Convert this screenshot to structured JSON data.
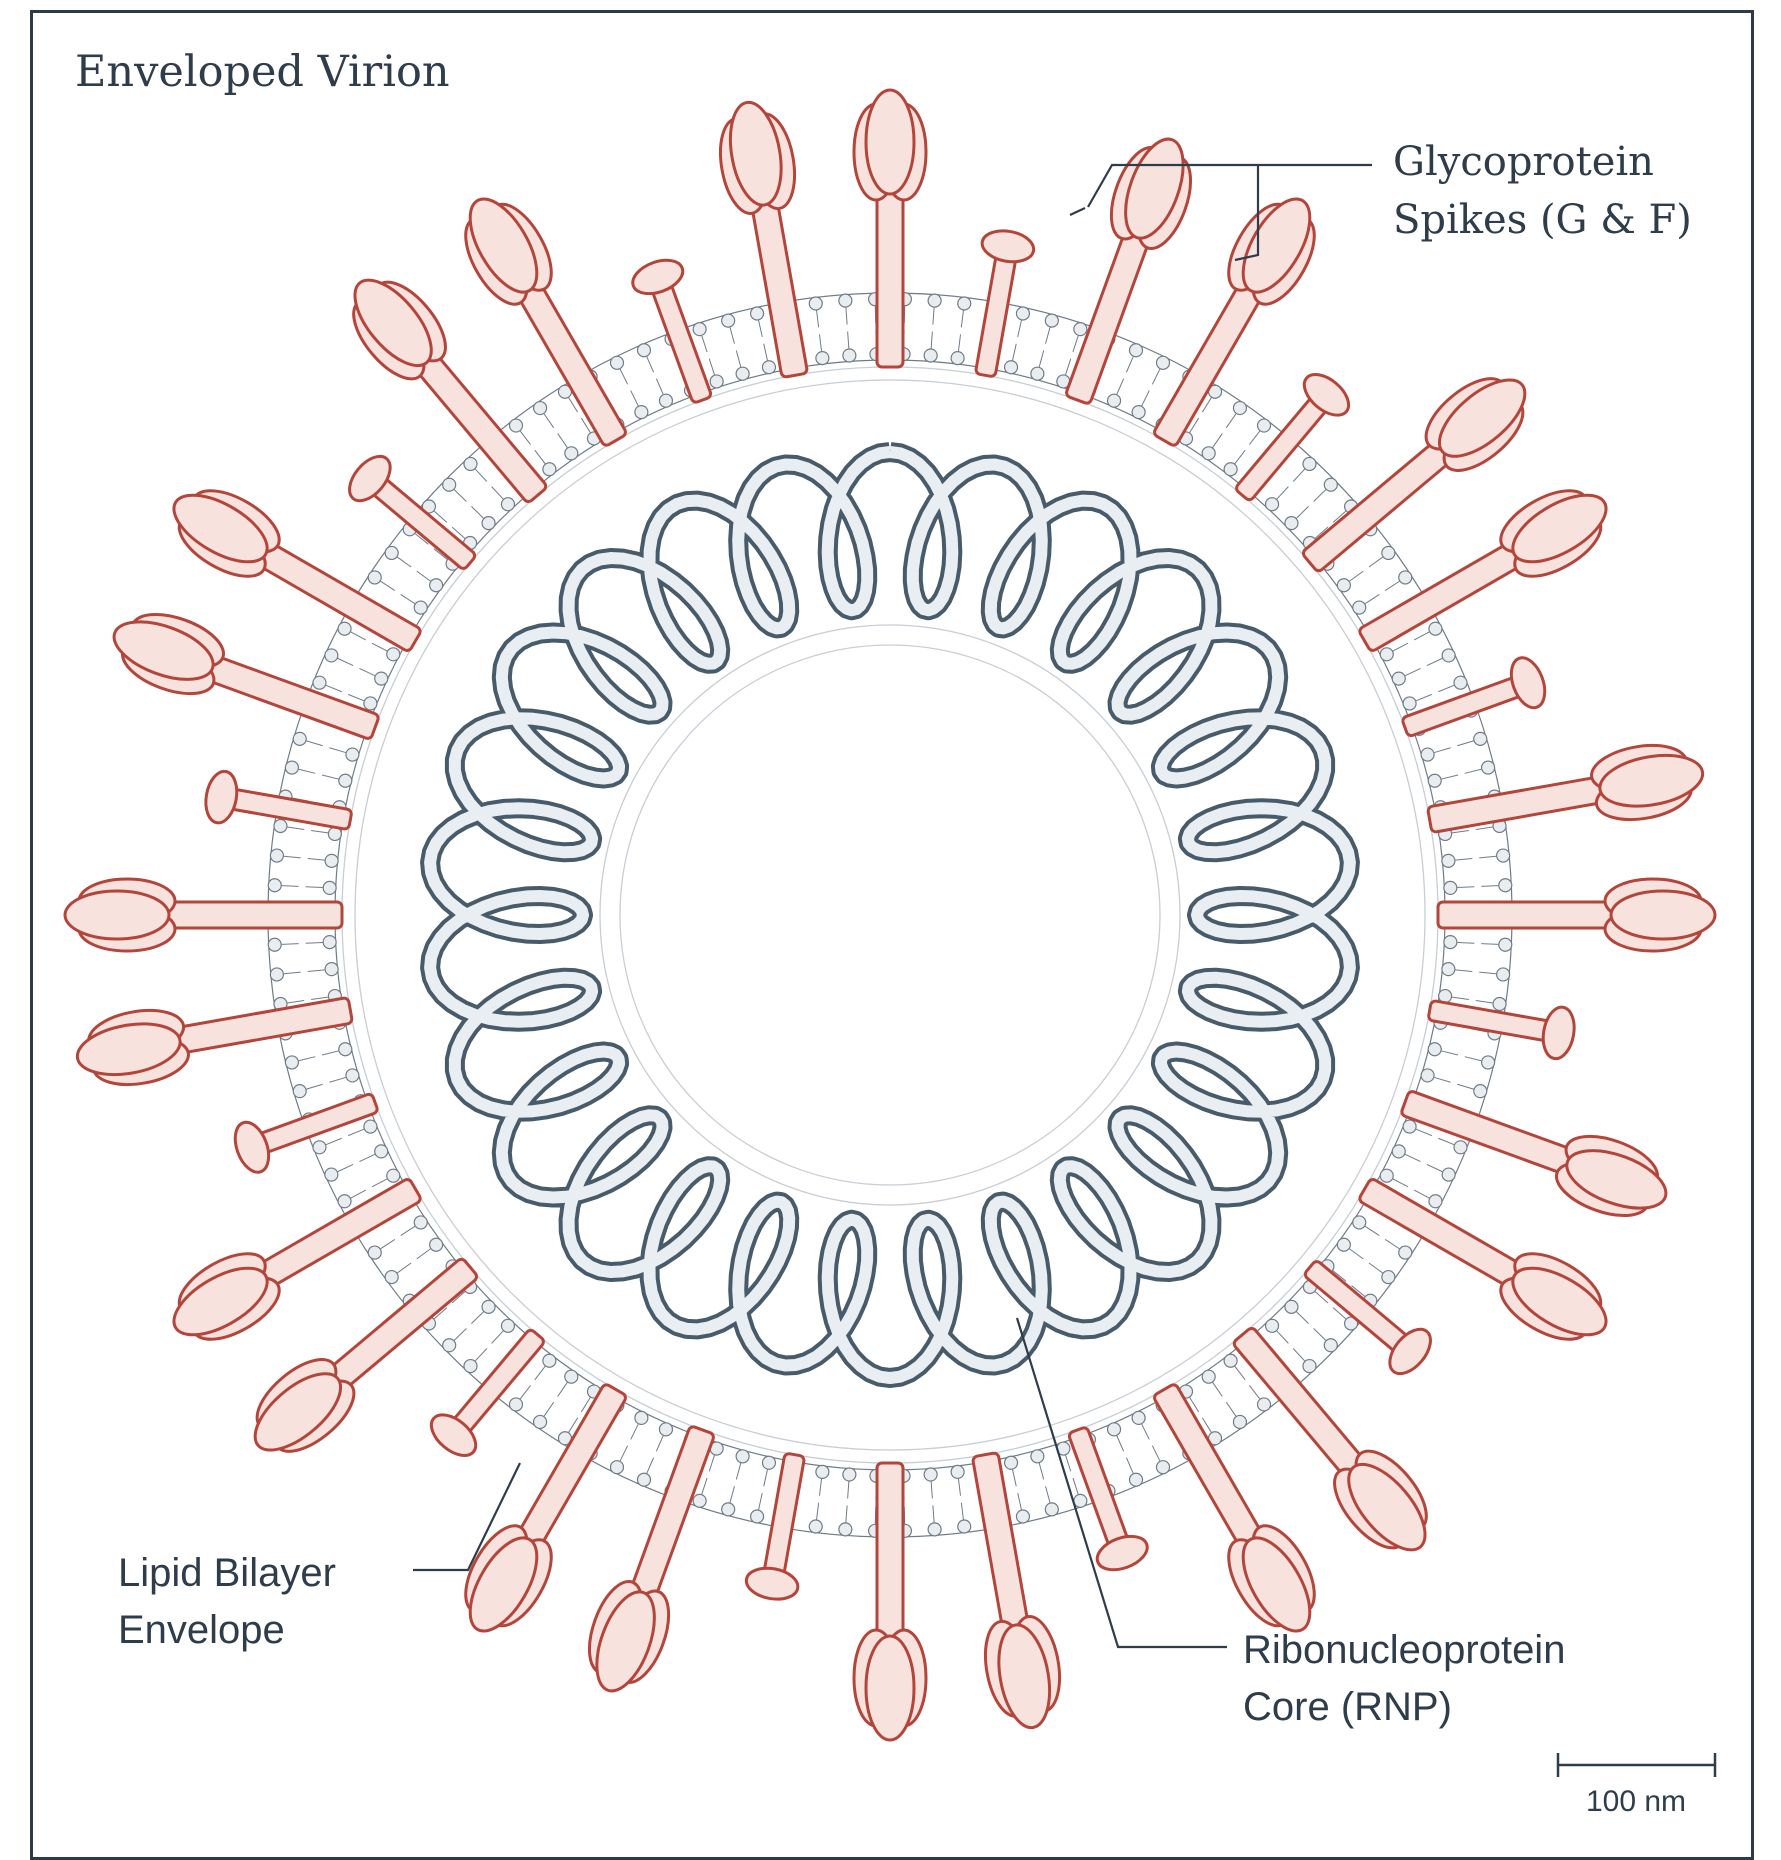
{
  "title": "Enveloped Virion",
  "labels": {
    "spikes_line1": "Glycoprotein",
    "spikes_line2": "Spikes (G & F)",
    "lipid_line1": "Lipid Bilayer",
    "lipid_line2": "Envelope",
    "rnp_line1": "Ribonucleoprotein",
    "rnp_line2": "Core (RNP)"
  },
  "scale_bar": {
    "label": "100 nm"
  },
  "colors": {
    "spike": "#b3453b",
    "spike_fill": "#f7e2de",
    "membrane": "#6f7c88",
    "rnp": "#34495a",
    "text": "#2f3d4b"
  }
}
